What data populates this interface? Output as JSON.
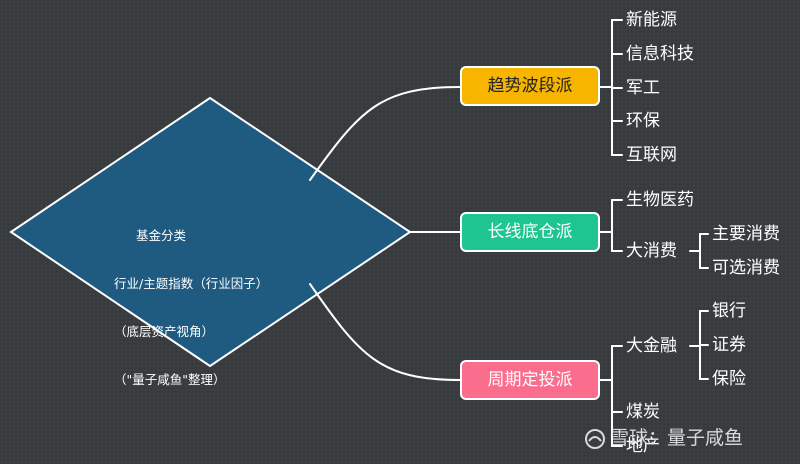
{
  "root": {
    "lines": [
      "基金分类",
      "行业/主题指数（行业因子）",
      "（底层资产视角）",
      "（\"量子咸鱼\"整理）"
    ],
    "fill": "#1f5a80"
  },
  "branches": [
    {
      "label": "趋势波段派",
      "fill": "#f7b500",
      "text_color": "#222222",
      "children": [
        {
          "label": "新能源"
        },
        {
          "label": "信息科技"
        },
        {
          "label": "军工"
        },
        {
          "label": "环保"
        },
        {
          "label": "互联网"
        }
      ]
    },
    {
      "label": "长线底仓派",
      "fill": "#1ec58f",
      "text_color": "#ffffff",
      "children": [
        {
          "label": "生物医药"
        },
        {
          "label": "大消费",
          "children": [
            {
              "label": "主要消费"
            },
            {
              "label": "可选消费"
            }
          ]
        }
      ]
    },
    {
      "label": "周期定投派",
      "fill": "#fb6d8d",
      "text_color": "#ffffff",
      "children": [
        {
          "label": "大金融",
          "children": [
            {
              "label": "银行"
            },
            {
              "label": "证券"
            },
            {
              "label": "保险"
            }
          ]
        },
        {
          "label": "煤炭"
        },
        {
          "label": "地产"
        }
      ]
    }
  ],
  "watermark": {
    "text": "雪球：量子咸鱼"
  },
  "colors": {
    "connector": "#ffffff",
    "leaf_text": "#ffffff"
  }
}
